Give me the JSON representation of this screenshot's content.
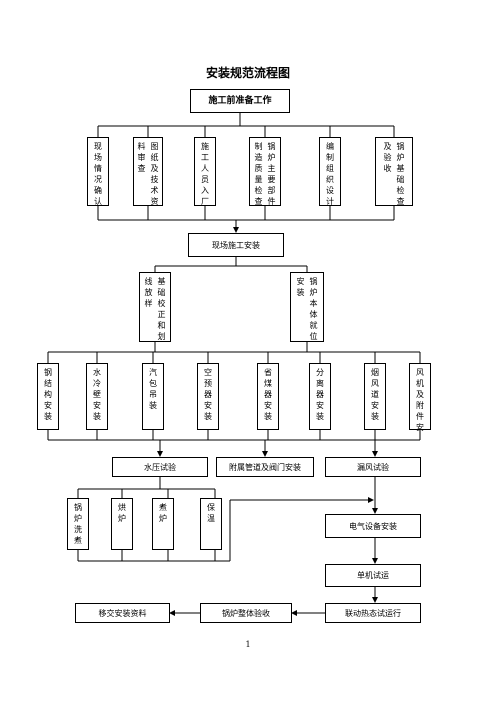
{
  "title": "安装规范流程图",
  "prep": "施工前准备工作",
  "prep_items": [
    {
      "cols": [
        "现场情况确认"
      ]
    },
    {
      "cols": [
        "图纸及技术资",
        "料审查"
      ]
    },
    {
      "cols": [
        "施工人员入厂"
      ]
    },
    {
      "cols": [
        "锅炉主要部件",
        "制造质量检查"
      ]
    },
    {
      "cols": [
        "编制组织设计"
      ]
    },
    {
      "cols": [
        "锅炉基础检查",
        "及验收"
      ]
    }
  ],
  "site_install": "现场施工安装",
  "mid_items": [
    {
      "cols": [
        "基础校正和划",
        "线放样"
      ]
    },
    {
      "cols": [
        "锅炉本体就位",
        "安装"
      ]
    }
  ],
  "install_items": [
    {
      "cols": [
        "钢结构安装"
      ]
    },
    {
      "cols": [
        "水冷壁安装"
      ]
    },
    {
      "cols": [
        "汽包吊装"
      ]
    },
    {
      "cols": [
        "空预器安装"
      ]
    },
    {
      "cols": [
        "省煤器安装"
      ]
    },
    {
      "cols": [
        "分离器安装"
      ]
    },
    {
      "cols": [
        "烟风道安装"
      ]
    },
    {
      "cols": [
        "风机及附件安"
      ]
    }
  ],
  "tests": [
    "水压试验",
    "附属管道及阀门安装",
    "漏风试验"
  ],
  "after_items": [
    {
      "cols": [
        "锅炉洗煮"
      ]
    },
    {
      "cols": [
        "烘炉"
      ]
    },
    {
      "cols": [
        "煮炉"
      ]
    },
    {
      "cols": [
        "保温"
      ]
    }
  ],
  "electrical": "电气设备安装",
  "single": "单机试运",
  "bottom": [
    "移交安装资料",
    "锅炉整体验收",
    "联动热态试运行"
  ],
  "page_number": "1"
}
